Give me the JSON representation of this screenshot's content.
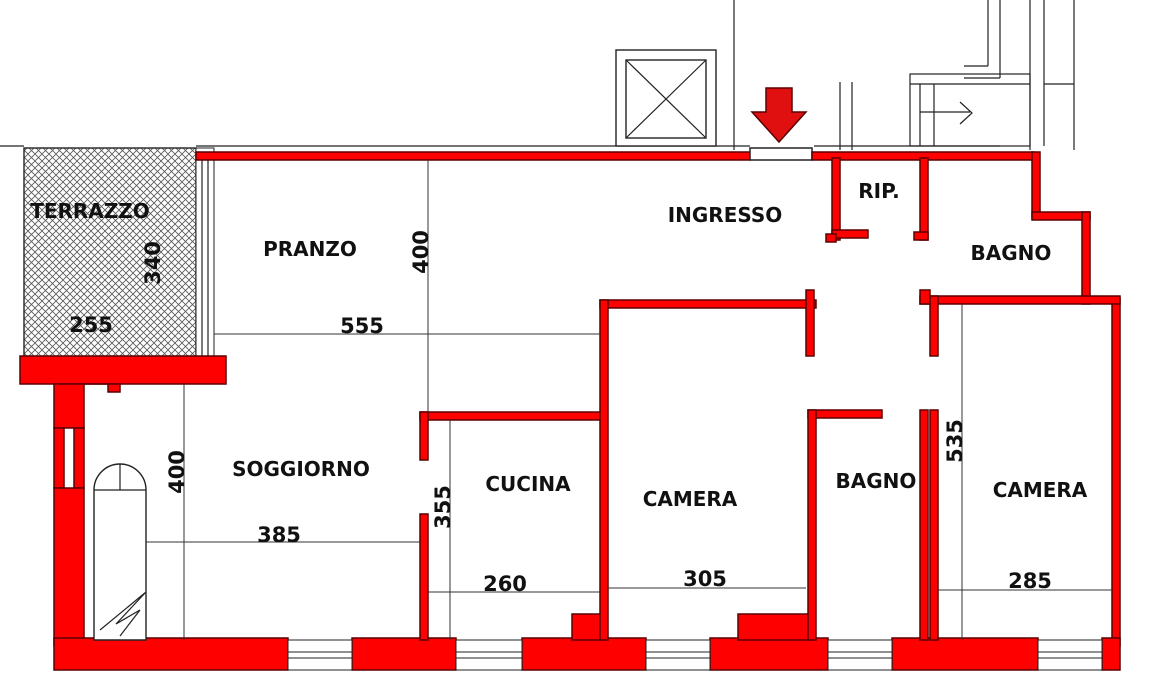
{
  "colors": {
    "wall": "#ff0000",
    "wall_outline": "#5a0000",
    "arrow": "#e01010",
    "line": "#222222",
    "background": "#ffffff"
  },
  "icons": {
    "entrance": "entrance-arrow-icon",
    "lift": "lift-shaft-icon",
    "stairs": "stairs-icon",
    "spiral": "spiral-stair-icon"
  },
  "rooms": {
    "terrazzo": "TERRAZZO",
    "pranzo": "PRANZO",
    "ingresso": "INGRESSO",
    "ripostiglio": "RIP.",
    "bagno_1": "BAGNO",
    "soggiorno": "SOGGIORNO",
    "cucina": "CUCINA",
    "camera_1": "CAMERA",
    "bagno_2": "BAGNO",
    "camera_2": "CAMERA"
  },
  "dimensions": {
    "terrazzo_height": "340",
    "terrazzo_width": "255",
    "pranzo_height": "400",
    "pranzo_width": "555",
    "soggiorno_height": "400",
    "soggiorno_width": "385",
    "cucina_height": "355",
    "cucina_width": "260",
    "camera_1_width": "305",
    "camera_2_height": "535",
    "camera_2_width": "285"
  }
}
